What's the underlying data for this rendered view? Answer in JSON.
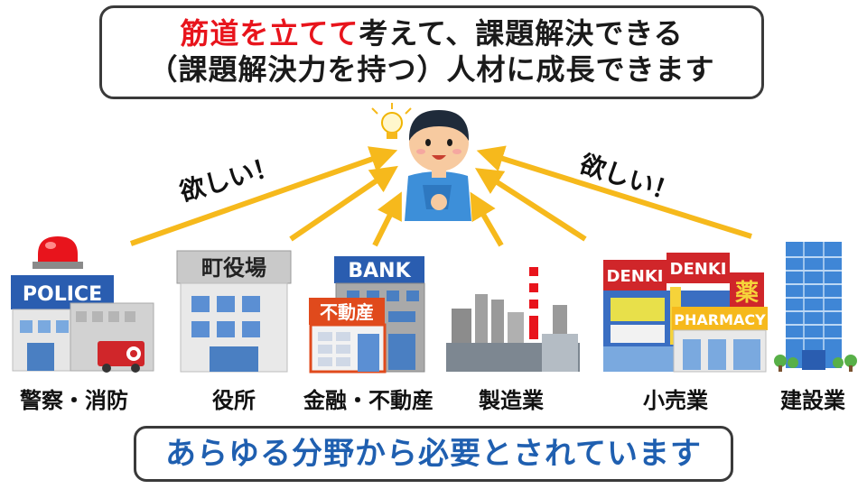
{
  "headline": {
    "line1_highlight": "筋道を立てて",
    "line1_rest": "考えて、課題解決できる",
    "line2": "（課題解決力を持つ）人材に成長できます"
  },
  "shouts": {
    "left": "欲しい！",
    "right": "欲しい！"
  },
  "categories": [
    {
      "label": "警察・消防"
    },
    {
      "label": "役所"
    },
    {
      "label": "金融・不動産"
    },
    {
      "label": "製造業"
    },
    {
      "label": "小売業"
    },
    {
      "label": "建設業"
    }
  ],
  "signs": {
    "police": "POLICE",
    "town_hall": "町役場",
    "bank": "BANK",
    "real_estate": "不動産",
    "denki_1": "DENKI",
    "denki_2": "DENKI",
    "pharmacy": "PHARMACY",
    "medicine": "薬"
  },
  "footer": "あらゆる分野から必要とされています",
  "colors": {
    "accent_red": "#e8141c",
    "footer_blue": "#1f5fb0",
    "arrow": "#f6b91c"
  }
}
